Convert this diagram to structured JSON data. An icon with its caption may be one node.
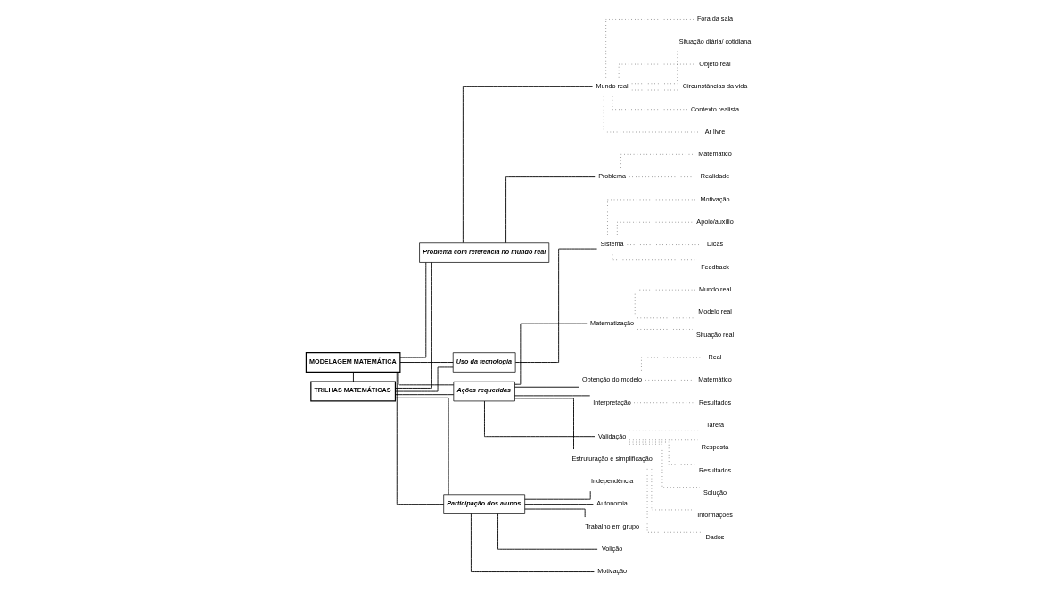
{
  "diagram": {
    "nodes": [
      {
        "text": [
          "MODELAGEM MATEMÁTICA"
        ]
      },
      {
        "text": [
          "TRILHAS MATEMÁTICAS"
        ]
      },
      {
        "text": [
          "Problema com referência no mundo real"
        ]
      },
      {
        "text": [
          "Uso da tecnologia"
        ]
      },
      {
        "text": [
          "Ações requeridas"
        ]
      },
      {
        "text": [
          "Participação dos alunos"
        ]
      },
      {
        "text": [
          "Problema"
        ]
      },
      {
        "text": [
          "Matemático"
        ]
      },
      {
        "text": [
          "Realidade"
        ]
      },
      {
        "text": [
          "Mundo real"
        ]
      },
      {
        "text": [
          "Contexto realista"
        ]
      },
      {
        "text": [
          "Ar livre"
        ]
      },
      {
        "text": [
          "Fora da sala"
        ]
      },
      {
        "text": [
          "Situação diária/ cotidiana"
        ]
      },
      {
        "text": [
          "Objeto real"
        ]
      },
      {
        "text": [
          "Circunstâncias da vida"
        ]
      },
      {
        "text": [
          "Sistema"
        ]
      },
      {
        "text": [
          "Motivação"
        ]
      },
      {
        "text": [
          "Apoio/auxílio"
        ]
      },
      {
        "text": [
          "Dicas"
        ]
      },
      {
        "text": [
          "Feedback"
        ]
      },
      {
        "text": [
          "Estruturação e simplificação"
        ]
      },
      {
        "text": [
          "Dados"
        ]
      },
      {
        "text": [
          "Informações"
        ]
      },
      {
        "text": [
          "Matematização"
        ]
      },
      {
        "text": [
          "Situação real"
        ]
      },
      {
        "text": [
          "Mundo real"
        ]
      },
      {
        "text": [
          "Modelo real"
        ]
      },
      {
        "text": [
          "Obtenção do modelo"
        ]
      },
      {
        "text": [
          "Matemático"
        ]
      },
      {
        "text": [
          "Real"
        ]
      },
      {
        "text": [
          "Interpretação"
        ]
      },
      {
        "text": [
          "Resultados"
        ]
      },
      {
        "text": [
          "Validação"
        ]
      },
      {
        "text": [
          "Resultados"
        ]
      },
      {
        "text": [
          "Solução"
        ]
      },
      {
        "text": [
          "Tarefa"
        ]
      },
      {
        "text": [
          "Resposta"
        ]
      },
      {
        "text": [
          "Motivação"
        ]
      },
      {
        "text": [
          "Independência"
        ]
      },
      {
        "text": [
          "Autonomia"
        ]
      },
      {
        "text": [
          "Trabalho em grupo"
        ]
      },
      {
        "text": [
          "Volição"
        ]
      }
    ],
    "edges": [
      {
        "from": 0,
        "to": 1,
        "arrow": "none"
      },
      {
        "from": 0,
        "to": 2,
        "arrow": "none"
      },
      {
        "from": 0,
        "to": 3,
        "arrow": "none"
      },
      {
        "from": 0,
        "to": 4,
        "arrow": "none"
      },
      {
        "from": 0,
        "to": 5,
        "arrow": "none"
      },
      {
        "from": 1,
        "to": 2,
        "arrow": "none"
      },
      {
        "from": 1,
        "to": 3,
        "arrow": "none"
      },
      {
        "from": 1,
        "to": 4,
        "arrow": "none"
      },
      {
        "from": 1,
        "to": 5,
        "arrow": "none"
      },
      {
        "from": 2,
        "to": 6,
        "arrow": "none"
      },
      {
        "from": 6,
        "to": 7,
        "arrow": "none",
        "style": "dashed"
      },
      {
        "from": 6,
        "to": 8,
        "arrow": "none",
        "style": "dashed"
      },
      {
        "from": 2,
        "to": 9,
        "arrow": "none"
      },
      {
        "from": 9,
        "to": 10,
        "arrow": "none",
        "style": "dashed"
      },
      {
        "from": 9,
        "to": 11,
        "arrow": "none",
        "style": "dashed"
      },
      {
        "from": 9,
        "to": 12,
        "arrow": "none",
        "style": "dashed"
      },
      {
        "from": 9,
        "to": 13,
        "arrow": "none",
        "style": "dashed"
      },
      {
        "from": 9,
        "to": 14,
        "arrow": "none",
        "style": "dashed"
      },
      {
        "from": 9,
        "to": 15,
        "arrow": "none",
        "style": "dashed"
      },
      {
        "from": 3,
        "to": 16,
        "arrow": "none"
      },
      {
        "from": 16,
        "to": 17,
        "arrow": "none",
        "style": "dashed"
      },
      {
        "from": 16,
        "to": 18,
        "arrow": "none",
        "style": "dashed"
      },
      {
        "from": 16,
        "to": 19,
        "arrow": "none",
        "style": "dashed"
      },
      {
        "from": 16,
        "to": 20,
        "arrow": "none",
        "style": "dashed"
      },
      {
        "from": 4,
        "to": 21,
        "arrow": "none"
      },
      {
        "from": 21,
        "to": 22,
        "arrow": "none",
        "style": "dashed"
      },
      {
        "from": 21,
        "to": 23,
        "arrow": "none",
        "style": "dashed"
      },
      {
        "from": 4,
        "to": 24,
        "arrow": "none"
      },
      {
        "from": 24,
        "to": 25,
        "arrow": "none",
        "style": "dashed"
      },
      {
        "from": 24,
        "to": 26,
        "arrow": "none",
        "style": "dashed"
      },
      {
        "from": 24,
        "to": 27,
        "arrow": "none",
        "style": "dashed"
      },
      {
        "from": 4,
        "to": 28,
        "arrow": "none"
      },
      {
        "from": 28,
        "to": 29,
        "arrow": "none",
        "style": "dashed"
      },
      {
        "from": 28,
        "to": 30,
        "arrow": "none",
        "style": "dashed"
      },
      {
        "from": 4,
        "to": 31,
        "arrow": "none"
      },
      {
        "from": 31,
        "to": 32,
        "arrow": "none",
        "style": "dashed"
      },
      {
        "from": 4,
        "to": 33,
        "arrow": "none"
      },
      {
        "from": 33,
        "to": 34,
        "arrow": "none",
        "style": "dashed"
      },
      {
        "from": 33,
        "to": 35,
        "arrow": "none",
        "style": "dashed"
      },
      {
        "from": 33,
        "to": 36,
        "arrow": "none",
        "style": "dashed"
      },
      {
        "from": 33,
        "to": 37,
        "arrow": "none",
        "style": "dashed"
      },
      {
        "from": 5,
        "to": 38,
        "arrow": "none"
      },
      {
        "from": 5,
        "to": 39,
        "arrow": "none"
      },
      {
        "from": 5,
        "to": 40,
        "arrow": "none"
      },
      {
        "from": 5,
        "to": 41,
        "arrow": "none"
      },
      {
        "from": 5,
        "to": 42,
        "arrow": "none"
      }
    ]
  }
}
